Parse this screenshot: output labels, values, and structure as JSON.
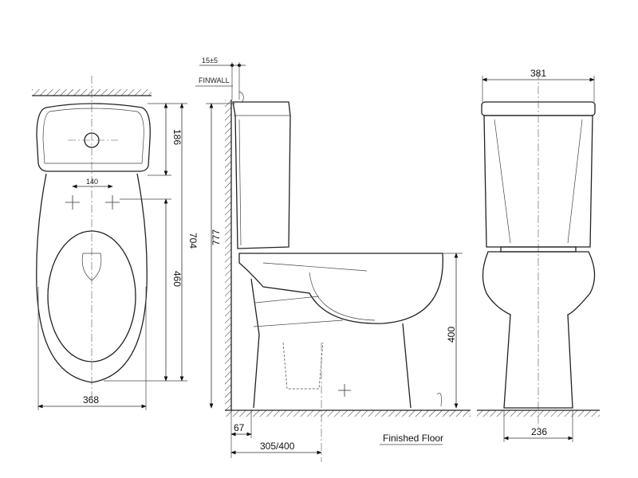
{
  "front_view": {
    "dim_tank_height": "186",
    "dim_bolt_spacing": "140",
    "dim_total_length": "704",
    "dim_bowl_length": "460",
    "dim_width": "368"
  },
  "side_view": {
    "dim_wall_gap": "15±5",
    "wall_label": "FINWALL",
    "dim_total_height": "777",
    "dim_rim_height": "400",
    "dim_outlet_offset": "67",
    "dim_rough_in": "305/400",
    "floor_label": "Finished Floor"
  },
  "rear_view": {
    "dim_tank_width": "381",
    "dim_base_width": "236"
  }
}
